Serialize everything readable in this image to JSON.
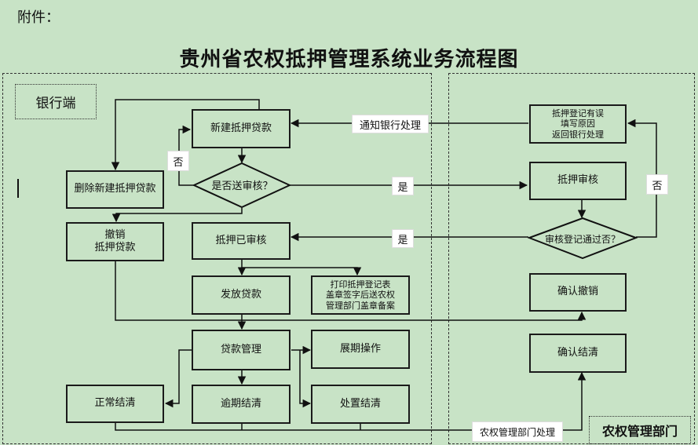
{
  "attachment_label": "附件：",
  "title": "贵州省农权抵押管理系统业务流程图",
  "regions": {
    "bank": "银行端",
    "agri": "农权管理部门"
  },
  "nodes": {
    "new_loan": "新建抵押贷款",
    "send_review": "是否送审核？",
    "delete_loan": "删除新建抵押贷款",
    "cancel_loan": "撤销\n抵押贷款",
    "reviewed": "抵押已审核",
    "issue_loan": "发放贷款",
    "print_docs": "打印抵押登记表\n盖章签字后送农权\n管理部门盖章备案",
    "loan_mgmt": "贷款管理",
    "extension": "展期操作",
    "normal_settle": "正常结清",
    "overdue_settle": "逾期结清",
    "dispose_settle": "处置结清",
    "return_bank": "抵押登记有误\n填写原因\n返回银行处理",
    "mortgage_review": "抵押审核",
    "check_pass": "审核登记通过否？",
    "confirm_cancel": "确认撤销",
    "confirm_settle": "确认结清"
  },
  "edge_labels": {
    "no_left": "否",
    "yes_send": "是",
    "yes_back": "是",
    "no_right": "否",
    "notify_bank": "通知银行处理",
    "agri_handle": "农权管理部门处理"
  }
}
